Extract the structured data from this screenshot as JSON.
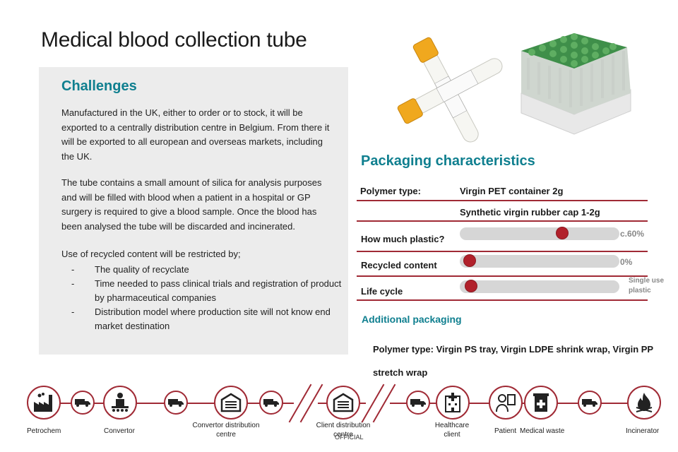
{
  "title": "Medical blood collection tube",
  "challenges": {
    "heading": "Challenges",
    "para1": "Manufactured in the UK, either to order or to stock, it will be exported to a centrally distribution centre in Belgium. From there it will be exported to all european and overseas markets, including the UK.",
    "para2": "The tube contains a small amount of silica for analysis purposes and will be filled with blood when a patient in a hospital or GP surgery is required to give a blood sample. Once the blood has been analysed the tube will be discarded and incinerated.",
    "para3": "Use of recycled content will be restricted by;",
    "bullets": [
      "The quality of recyclate",
      "Time needed to pass clinical trials and registration of product by pharmaceutical companies",
      "Distribution model where production site will not know end market destination"
    ],
    "bullet_marker": "-"
  },
  "packaging": {
    "heading": "Packaging characteristics",
    "polymer_label": "Polymer type:",
    "polymer_value_1": "Virgin PET container 2g",
    "polymer_value_2": "Synthetic virgin rubber cap 1-2g",
    "rows": [
      {
        "label": "How much plastic?",
        "value": "c.60%",
        "level": 0.64
      },
      {
        "label": "Recycled content",
        "value": "0%",
        "level": 0.02
      },
      {
        "label": "Life cycle",
        "value": "Single use plastic",
        "level": 0.03
      }
    ],
    "accent_color": "#a02a35",
    "heading_color": "#0f7f8f"
  },
  "additional": {
    "heading": "Additional packaging",
    "text": "Polymer type: Virgin PS tray, Virgin LDPE shrink wrap, Virgin PP stretch wrap"
  },
  "chain": {
    "labels": {
      "petrochem": "Petrochem",
      "convertor": "Convertor",
      "convertor_dc": "Convertor distribution centre",
      "client_dc": "Client distribution centre",
      "healthcare": "Healthcare client",
      "patient": "Patient",
      "waste": "Medical waste",
      "incinerator": "Incinerator"
    },
    "icons": [
      "factory-icon",
      "worker-conveyor-icon",
      "warehouse-icon",
      "warehouse-icon",
      "hospital-icon",
      "patient-icon",
      "waste-bin-icon",
      "fire-icon",
      "truck-icon"
    ]
  },
  "footer": "OFFICIAL"
}
